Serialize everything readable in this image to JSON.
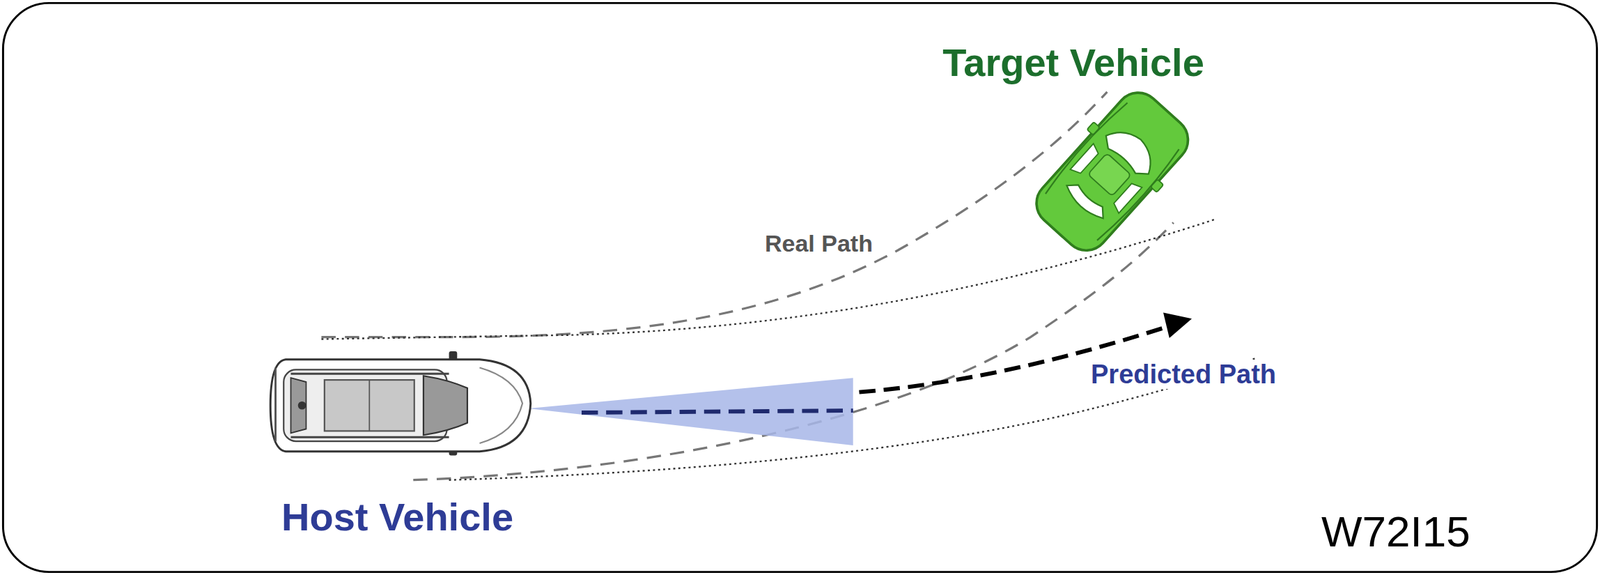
{
  "diagram": {
    "labels": [
      "Target Vehicle",
      "Real Path",
      "Predicted Path",
      "Host Vehicle",
      "W72I15"
    ]
  }
}
